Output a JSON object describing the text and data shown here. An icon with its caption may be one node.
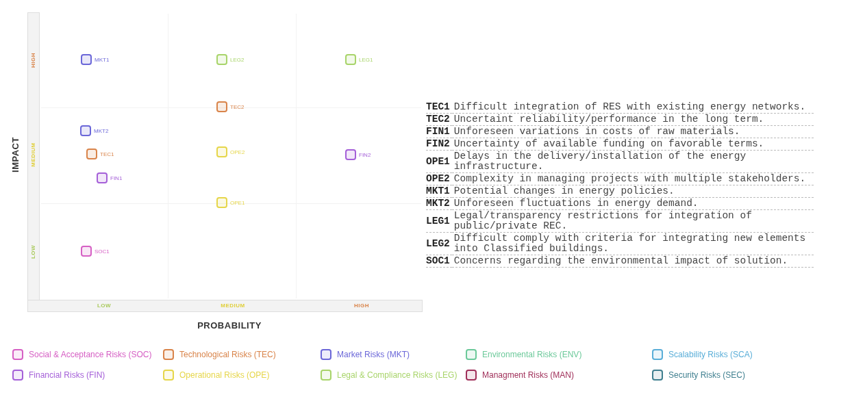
{
  "diagram": {
    "nodes": [
      {
        "text": [],
        "shape": "box",
        "beside": [
          "MKT1"
        ]
      },
      {
        "text": [],
        "shape": "box",
        "beside": [
          "LEG2"
        ]
      },
      {
        "text": [],
        "shape": "box",
        "beside": [
          "LEG1"
        ]
      },
      {
        "text": [],
        "shape": "box",
        "beside": [
          "TEC2"
        ]
      },
      {
        "text": [],
        "shape": "box",
        "beside": [
          "MKT2"
        ]
      },
      {
        "text": [],
        "shape": "box",
        "beside": [
          "OPE2"
        ]
      },
      {
        "text": [],
        "shape": "box",
        "beside": [
          "TEC1"
        ]
      },
      {
        "text": [],
        "shape": "box",
        "beside": [
          "FIN2"
        ]
      },
      {
        "text": [],
        "shape": "box",
        "beside": [
          "FIN1"
        ]
      },
      {
        "text": [],
        "shape": "box",
        "beside": [
          "OPE1"
        ]
      },
      {
        "text": [],
        "shape": "box",
        "beside": [
          "SOC1"
        ]
      }
    ],
    "labels": [
      "HIGH",
      "MEDIUM",
      "LOW",
      "IMPACT",
      "LOW",
      "MEDIUM",
      "HIGH",
      "PROBABILITY",
      "TEC1",
      "Difficult integration of RES with existing energy networks.",
      "TEC2",
      "Uncertaint reliability/performance in the long term.",
      "FIN1",
      "Unforeseen variations in costs of raw materials.",
      "FIN2",
      "Uncertainty of available funding on favorable terms.",
      "OPE1",
      "Delays in the delivery/installation of the energy infrastructure.",
      "OPE2",
      "Complexity in managing projects with multiple stakeholders.",
      "MKT1",
      "Potential changes in energy policies.",
      "MKT2",
      "Unforeseen fluctuations in energy demand.",
      "LEG1",
      "Legal/transparency restrictions for integration of public/private REC.",
      "LEG2",
      "Difficult comply with criteria for integrating new elements into Classified buildings.",
      "SOC1",
      "Concerns regarding the environmental impact of solution."
    ],
    "legend": [
      {
        "text": "Social & Acceptance Risks (SOC)",
        "color": "#d660c4"
      },
      {
        "text": "Technological Risks (TEC)",
        "color": "#d9844a"
      },
      {
        "text": "Market Risks (MKT)",
        "color": "#6b67d8"
      },
      {
        "text": "Environmental Risks (ENV)",
        "color": "#6cc99a"
      },
      {
        "text": "Scalability Risks (SCA)",
        "color": "#5aaed8"
      },
      {
        "text": "Financial Risks (FIN)",
        "color": "#a560d8"
      },
      {
        "text": "Operational Risks (OPE)",
        "color": "#e6d64a"
      },
      {
        "text": "Legal & Compliance Risks (LEG)",
        "color": "#a8d46a"
      },
      {
        "text": "Managment Risks (MAN)",
        "color": "#a0305a"
      },
      {
        "text": "Security Risks (SEC)",
        "color": "#3f7f8f"
      }
    ]
  }
}
